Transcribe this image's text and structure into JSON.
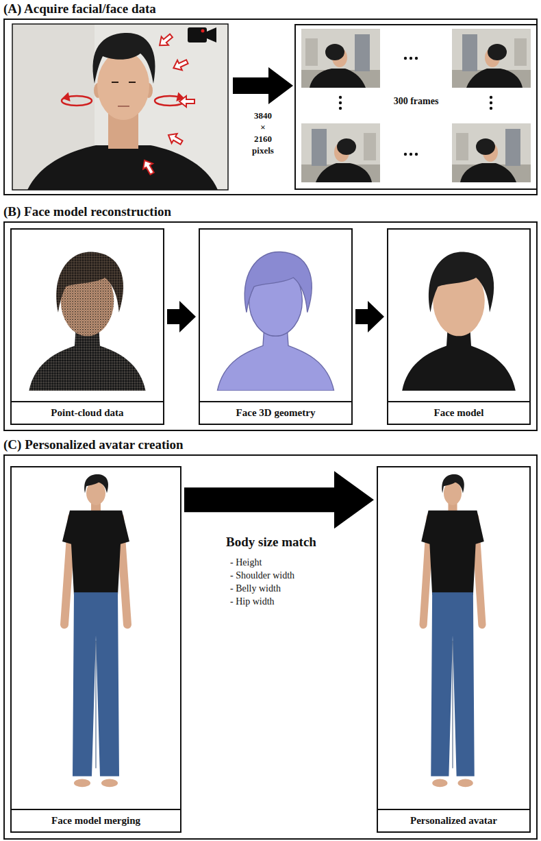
{
  "diagram": {
    "nodes": [
      {
        "text": [
          "(A) Acquire facial/face data"
        ]
      },
      {
        "text": [
          "300 frames"
        ],
        "in": 0
      },
      {
        "text": [
          "(B) Face model reconstruction"
        ]
      },
      {
        "text": [
          "Point-cloud data"
        ],
        "in": 2
      },
      {
        "text": [
          "Face 3D geometry"
        ],
        "in": 2
      },
      {
        "text": [
          "Face model"
        ],
        "in": 2
      },
      {
        "text": [
          "(C) Personalized avatar creation"
        ]
      },
      {
        "text": [
          "Face model merging"
        ],
        "in": 6
      },
      {
        "text": [
          "Personalized avatar"
        ],
        "in": 6
      }
    ],
    "edges": [
      {
        "from": 3,
        "to": 4,
        "arrow": "to"
      },
      {
        "from": 4,
        "to": 5,
        "arrow": "to"
      },
      {
        "from": 7,
        "to": 8,
        "arrow": "to"
      }
    ],
    "labels": [
      "3840 × 2160 pixels",
      "Body size match",
      "- Height",
      "- Shoulder width",
      "- Belly width",
      "- Hip width"
    ]
  }
}
